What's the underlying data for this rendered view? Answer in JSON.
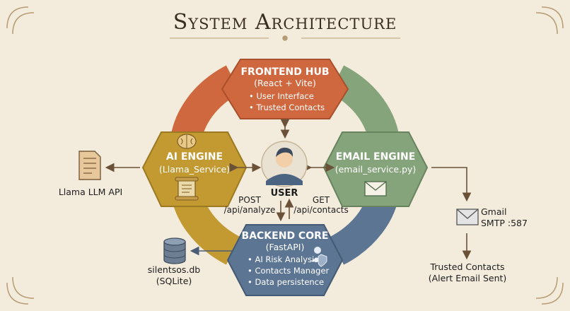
{
  "title": "System Architecture",
  "frontend": {
    "title": "FRONTEND HUB",
    "subtitle": "(React + Vite)",
    "bullets": [
      "User Interface",
      "Trusted Contacts"
    ]
  },
  "ai": {
    "title": "AI ENGINE",
    "subtitle": "(Llama_Service)"
  },
  "email": {
    "title": "EMAIL ENGINE",
    "subtitle": "(email_service.py)"
  },
  "backend": {
    "title": "BACKEND CORE",
    "subtitle": "(FastAPI)",
    "bullets": [
      "AI Risk Analysis",
      "Contacts Manager",
      "Data persistence"
    ]
  },
  "user": {
    "label": "USER"
  },
  "requests": {
    "post": "POST /api/analyze",
    "get": "GET /api/contacts"
  },
  "external": {
    "llm": "Llama LLM API",
    "db_name": "silentsos.db",
    "db_type": "(SQLite)",
    "gmail_name": "Gmail",
    "gmail_port": "SMTP :587",
    "trusted_line1": "Trusted Contacts",
    "trusted_line2": "(Alert Email Sent)"
  },
  "colors": {
    "frontend": "#d0683f",
    "ai": "#c39a32",
    "email": "#86a47b",
    "backend": "#5c7592",
    "background": "#f3ecdc",
    "arrow": "#6b5138"
  },
  "icons": [
    "brain-icon",
    "scroll-icon",
    "envelope-icon",
    "user-avatar-icon",
    "shield-user-icon",
    "document-icon",
    "database-icon",
    "mail-icon"
  ]
}
